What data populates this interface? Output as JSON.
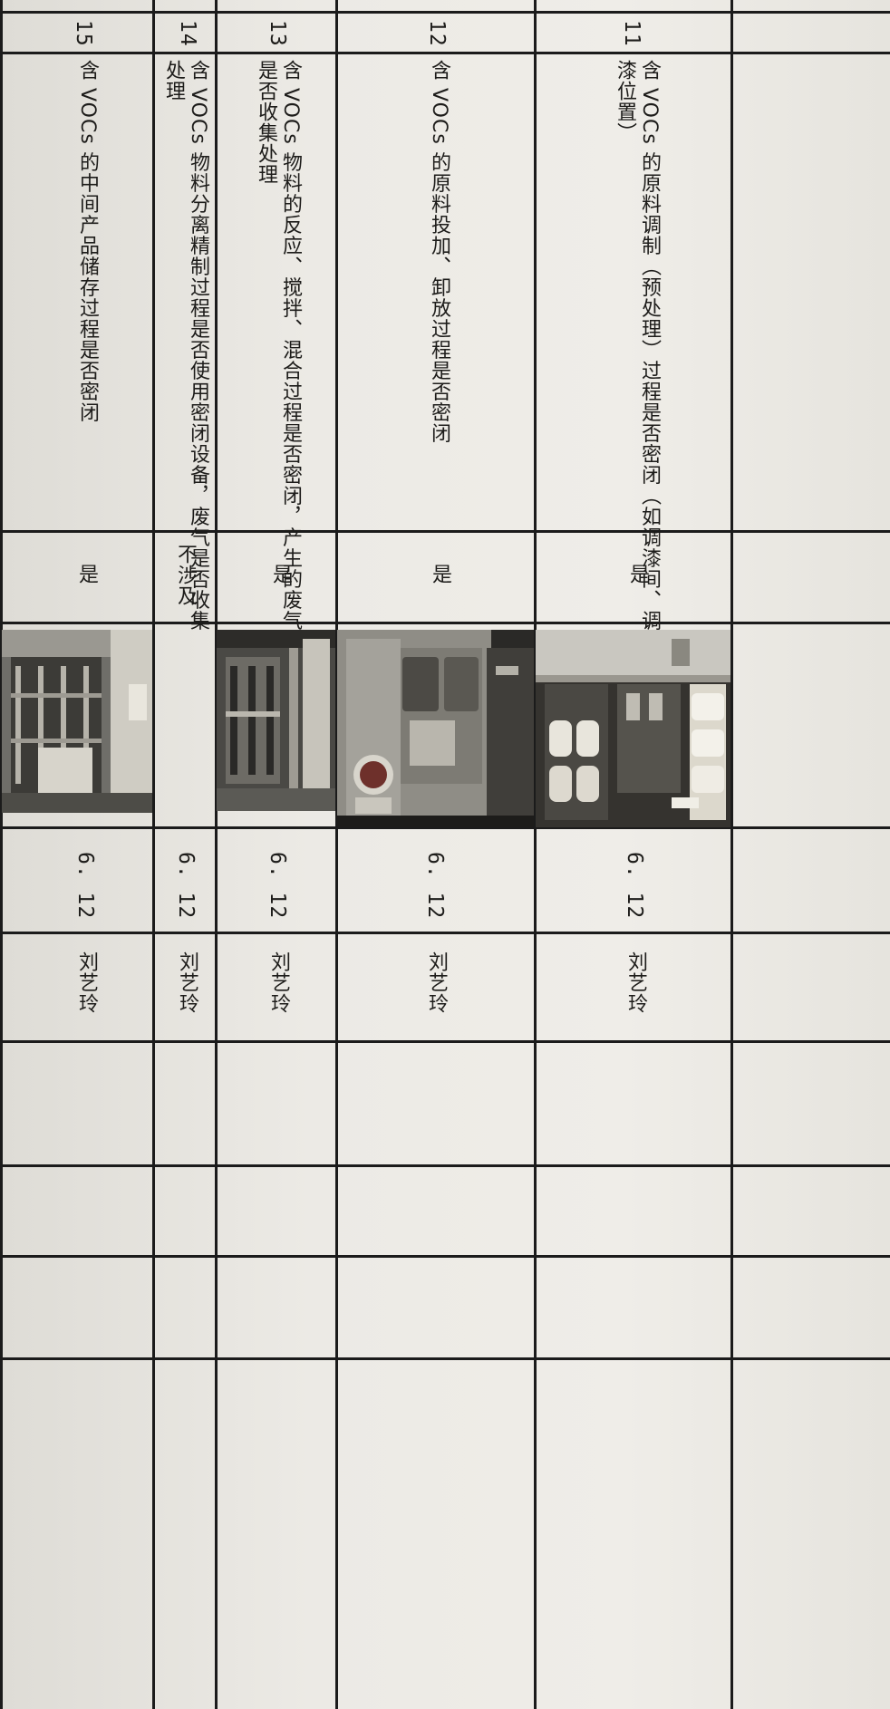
{
  "rows": [
    {
      "seq": "11",
      "item": "含 VOCs 的原料调制（预处理）过程是否密闭（如调漆间、调漆位置）",
      "result": "是",
      "date": "6. 12",
      "inspector": "刘艺玲",
      "photo": "mixing-room-photo"
    },
    {
      "seq": "12",
      "item": "含 VOCs 的原料投加、卸放过程是否密闭",
      "result": "是",
      "date": "6. 12",
      "inspector": "刘艺玲",
      "photo": "sealed-equipment-photo"
    },
    {
      "seq": "13",
      "item": "含 VOCs 物料的反应、搅拌、混合过程是否密闭，产生的废气是否收集处理",
      "result": "是",
      "date": "6. 12",
      "inspector": "刘艺玲",
      "photo": "reactor-area-photo"
    },
    {
      "seq": "14",
      "item": "含 VOCs 物料分离精制过程是否使用密闭设备，废气是否收集处理",
      "result": "不涉及",
      "date": "6. 12",
      "inspector": "刘艺玲",
      "photo": ""
    },
    {
      "seq": "15",
      "item": "含 VOCs 的中间产品储存过程是否密闭",
      "result": "是",
      "date": "6. 12",
      "inspector": "刘艺玲",
      "photo": "storage-area-photo"
    }
  ]
}
